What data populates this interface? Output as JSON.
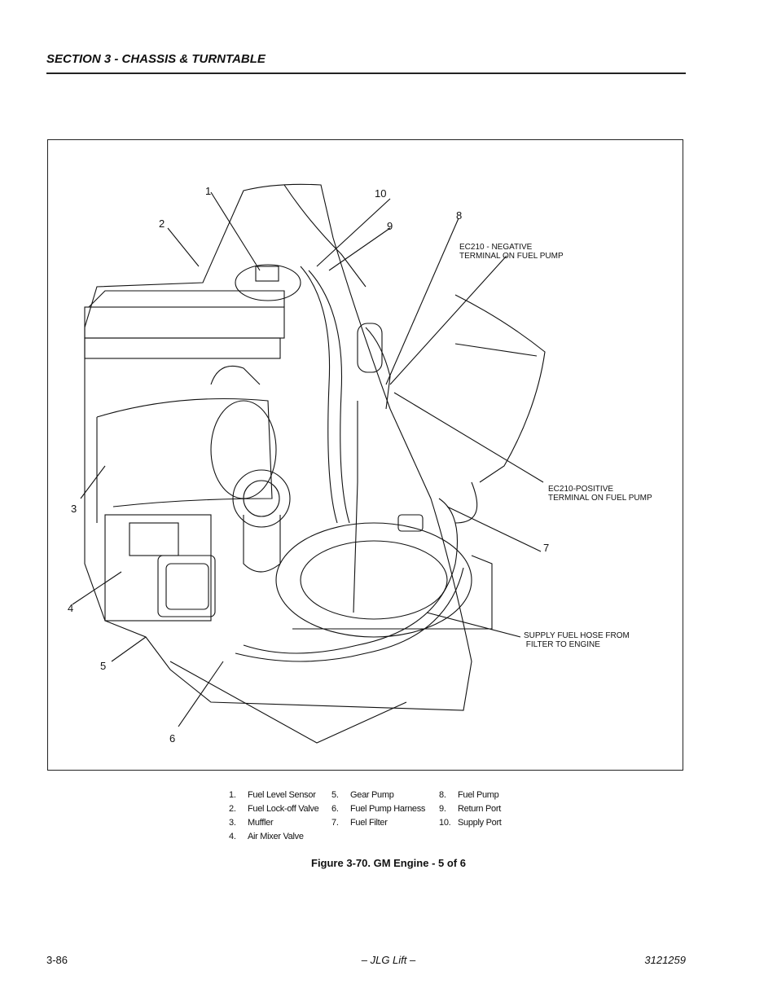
{
  "header": {
    "section_title": "SECTION 3 - CHASSIS & TURNTABLE"
  },
  "figure": {
    "callouts": [
      "1",
      "2",
      "3",
      "4",
      "5",
      "6",
      "7",
      "8",
      "9",
      "10"
    ],
    "notes": {
      "ec210_negative": "EC210 - NEGATIVE\nTERMINAL ON FUEL PUMP",
      "ec210_positive": "EC210-POSITIVE\nTERMINAL ON FUEL PUMP",
      "supply_hose": "SUPPLY FUEL HOSE FROM\n FILTER TO ENGINE"
    }
  },
  "legend": {
    "col1": [
      {
        "num": "1.",
        "label": "Fuel Level Sensor"
      },
      {
        "num": "2.",
        "label": "Fuel Lock-off Valve"
      },
      {
        "num": "3.",
        "label": "Muffler"
      },
      {
        "num": "4.",
        "label": "Air Mixer Valve"
      }
    ],
    "col2": [
      {
        "num": "5.",
        "label": "Gear Pump"
      },
      {
        "num": "6.",
        "label": "Fuel Pump Harness"
      },
      {
        "num": "7.",
        "label": "Fuel Filter"
      }
    ],
    "col3": [
      {
        "num": "8.",
        "label": "Fuel Pump"
      },
      {
        "num": "9.",
        "label": "Return Port"
      },
      {
        "num": "10.",
        "label": "Supply Port"
      }
    ]
  },
  "caption": "Figure 3-70.  GM Engine - 5 of 6",
  "footer": {
    "page_number": "3-86",
    "center": "– JLG Lift –",
    "doc_number": "3121259"
  }
}
